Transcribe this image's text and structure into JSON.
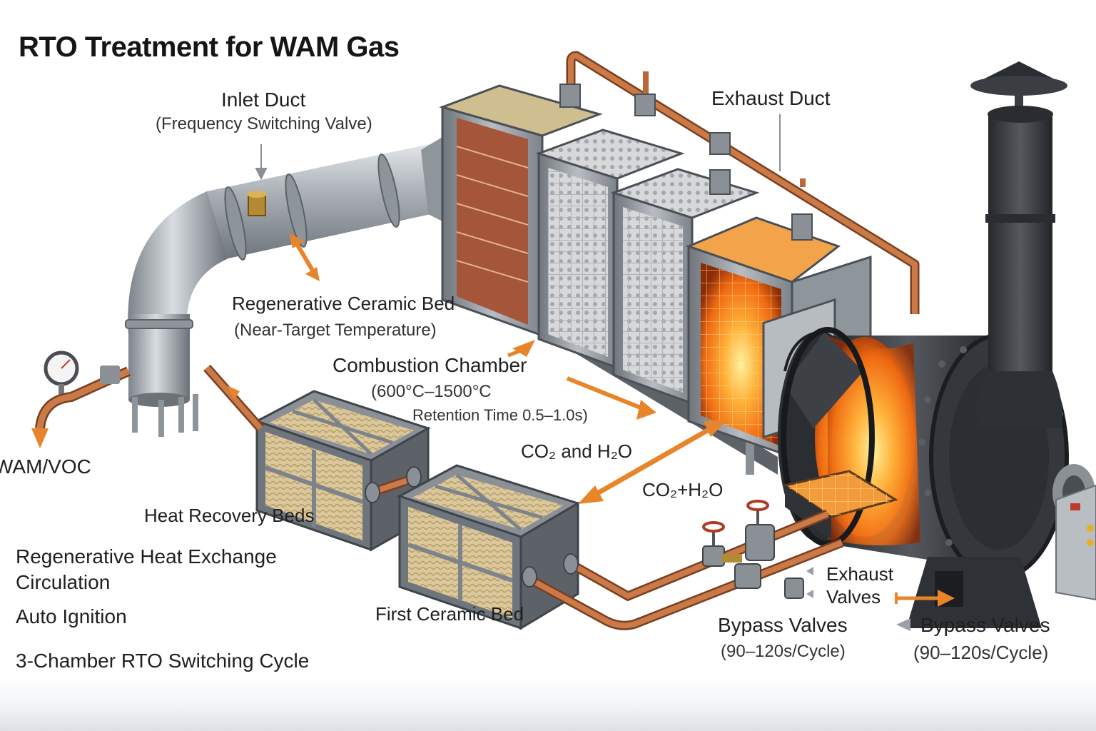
{
  "title": "RTO Treatment for WAM Gas",
  "labels": {
    "inlet_duct": "Inlet Duct",
    "inlet_duct_sub": "(Frequency Switching Valve)",
    "exhaust_duct": "Exhaust Duct",
    "ceramic_bed": "Regenerative Ceramic Bed",
    "ceramic_bed_sub": "(Near-Target Temperature)",
    "combustion_chamber": "Combustion Chamber",
    "combustion_temp": "(600°C–1500°C",
    "retention_time": "Retention Time 0.5–1.0s)",
    "co2_h2o_a": "CO₂ and H₂O",
    "co2_h2o_b": "CO₂+H₂O",
    "wam_voc": "WAM/VOC",
    "heat_recovery_beds": "Heat Recovery Beds",
    "regen_heat_exchange": "Regenerative Heat Exchange",
    "circulation": "Circulation",
    "auto_ignition": "Auto Ignition",
    "switching_cycle": "3-Chamber RTO Switching Cycle",
    "first_ceramic_bed": "First Ceramic Bed",
    "exhaust_valves_1": "Exhaust",
    "exhaust_valves_2": "Valves",
    "bypass_valves_a": "Bypass Valves",
    "bypass_cycle_a": "(90–120s/Cycle)",
    "bypass_valves_b": "Bypass Valves",
    "bypass_cycle_b": "(90–120s/Cycle)"
  },
  "colors": {
    "copper": "#b8683a",
    "steel": "#9aa0a6",
    "dark_steel": "#3a3d42",
    "flame": "#ff8a1c",
    "arrow": "#e8842a",
    "ceramic": "#d9c7a0",
    "brick": "#a5553a"
  }
}
